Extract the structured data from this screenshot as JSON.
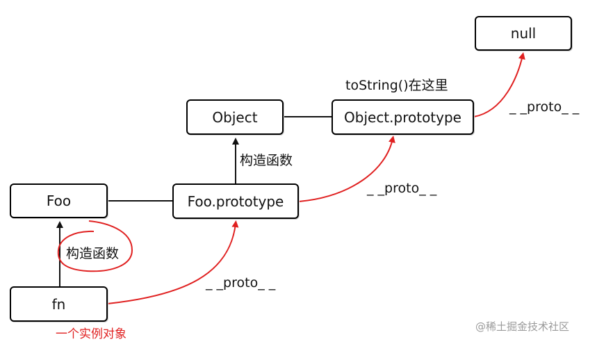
{
  "nodes": {
    "null": "null",
    "object": "Object",
    "object_prototype": "Object.prototype",
    "foo": "Foo",
    "foo_prototype": "Foo.prototype",
    "fn": "fn"
  },
  "labels": {
    "tostring_note": "toString()在这里",
    "proto_top": "_ _proto_ _",
    "constructor_middle": "构造函数",
    "proto_middle": "_ _proto_ _",
    "constructor_left": "构造函数",
    "proto_bottom": "_ _proto_ _",
    "instance_note": "一个实例对象"
  },
  "watermark": "@稀土掘金技术社区",
  "colors": {
    "proto_arrow": "#e02020",
    "connector": "#000000",
    "highlight_circle": "#e02020",
    "watermark": "#9a9a9a"
  }
}
